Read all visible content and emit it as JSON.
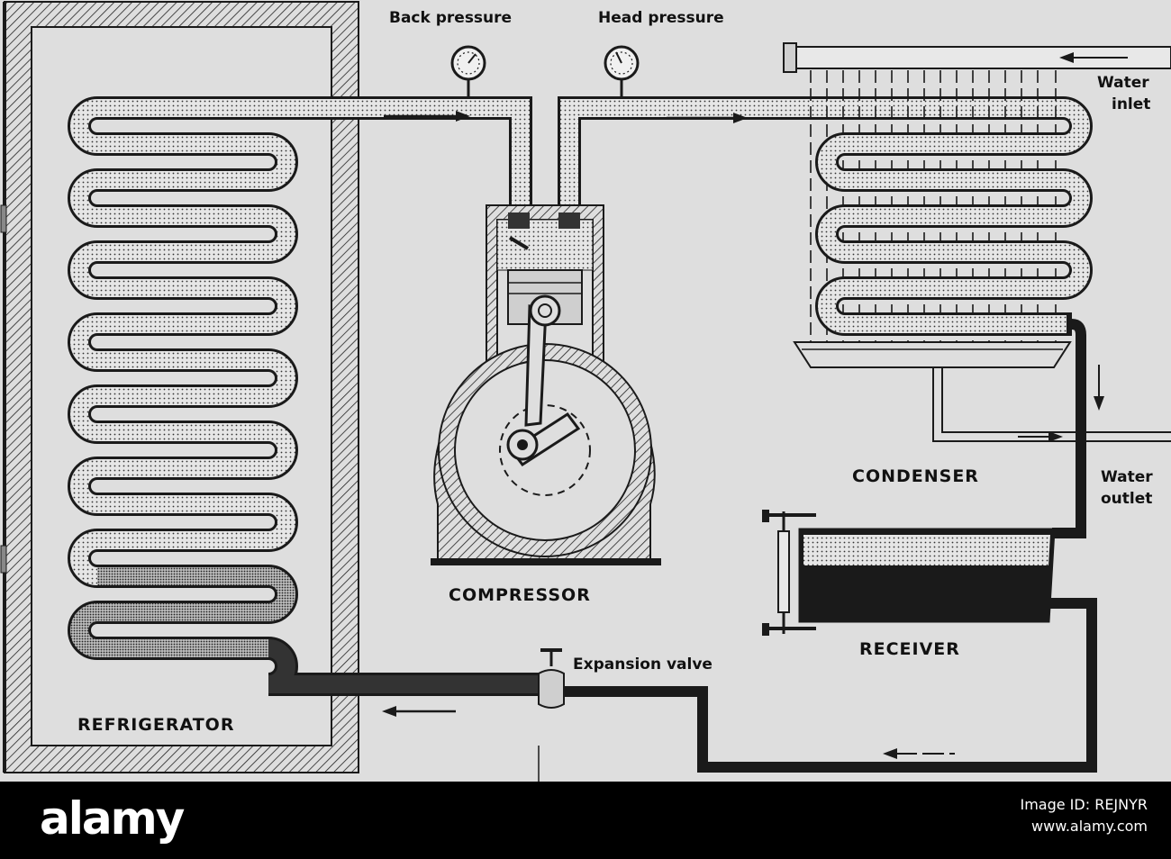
{
  "labels": {
    "back_pressure": "Back pressure",
    "head_pressure": "Head pressure",
    "water_inlet_1": "Water",
    "water_inlet_2": "inlet",
    "water_outlet_1": "Water",
    "water_outlet_2": "outlet",
    "condenser": "CONDENSER",
    "compressor": "COMPRESSOR",
    "receiver": "RECEIVER",
    "expansion_valve": "Expansion valve",
    "refrigerator": "REFRIGERATOR"
  },
  "footer": {
    "watermark": "alamy",
    "line1": "Image ID: REJNYR",
    "line2": "www.alamy.com"
  },
  "colors": {
    "paper": "#dedede",
    "ink": "#1a1a1a",
    "footer_bg": "#000000"
  }
}
